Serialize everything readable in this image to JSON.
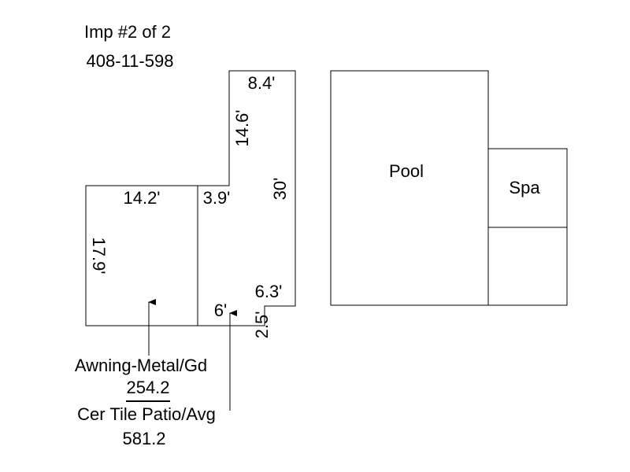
{
  "header": {
    "improvement": "Imp #2 of 2",
    "parcel_number": "408-11-598"
  },
  "awning": {
    "dimensions": {
      "width": "14.2'",
      "height": "17.9'"
    },
    "label": {
      "description": "Awning-Metal/Gd",
      "area": "254.2"
    }
  },
  "patio": {
    "dimensions": {
      "top_width": "8.4'",
      "upper_segment": "14.6'",
      "step_width": "3.9'",
      "right_length": "30'",
      "bottom_right_width": "6.3'",
      "notch_height": "2.5'",
      "notch_width": "6'"
    },
    "label": {
      "description": "Cer Tile Patio/Avg",
      "area": "581.2"
    }
  },
  "pool": {
    "label": "Pool"
  },
  "spa": {
    "label": "Spa"
  },
  "colors": {
    "line": "#000000",
    "background": "#ffffff"
  }
}
